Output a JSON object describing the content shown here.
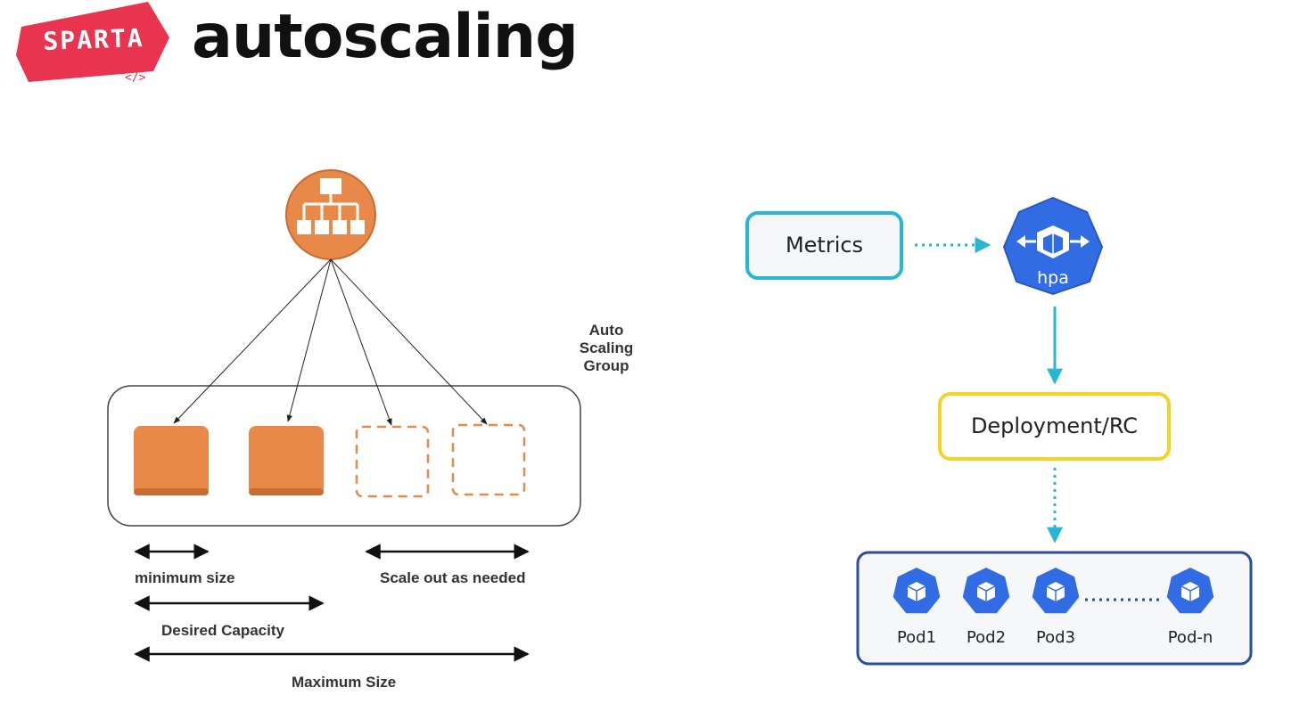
{
  "brand": {
    "logo_text": "SPARTA",
    "logo_subtext": "</>",
    "accent": "#e8344e"
  },
  "title": "autoscaling",
  "aws": {
    "group_label_lines": [
      "Auto",
      "Scaling",
      "Group"
    ],
    "ranges": {
      "minimum": "minimum size",
      "scale_out": "Scale out as needed",
      "desired": "Desired Capacity",
      "maximum": "Maximum Size"
    },
    "instances": [
      {
        "state": "active"
      },
      {
        "state": "active"
      },
      {
        "state": "pending"
      },
      {
        "state": "pending"
      }
    ],
    "colors": {
      "instance": "#e8894a",
      "balancer": "#e8894a"
    },
    "icons": [
      "load-balancer-icon"
    ]
  },
  "k8s": {
    "metrics_label": "Metrics",
    "hpa_label": "hpa",
    "deployment_label": "Deployment/RC",
    "pods": [
      "Pod1",
      "Pod2",
      "Pod3",
      "Pod-n"
    ],
    "colors": {
      "metrics_border": "#29b6d4",
      "deployment_border": "#f5d323",
      "pods_border": "#2c4d9e",
      "k8s_blue": "#326ce5",
      "flow": "#29b6d4"
    },
    "icons": [
      "kubernetes-hpa-icon",
      "pod-cube-icon"
    ]
  }
}
